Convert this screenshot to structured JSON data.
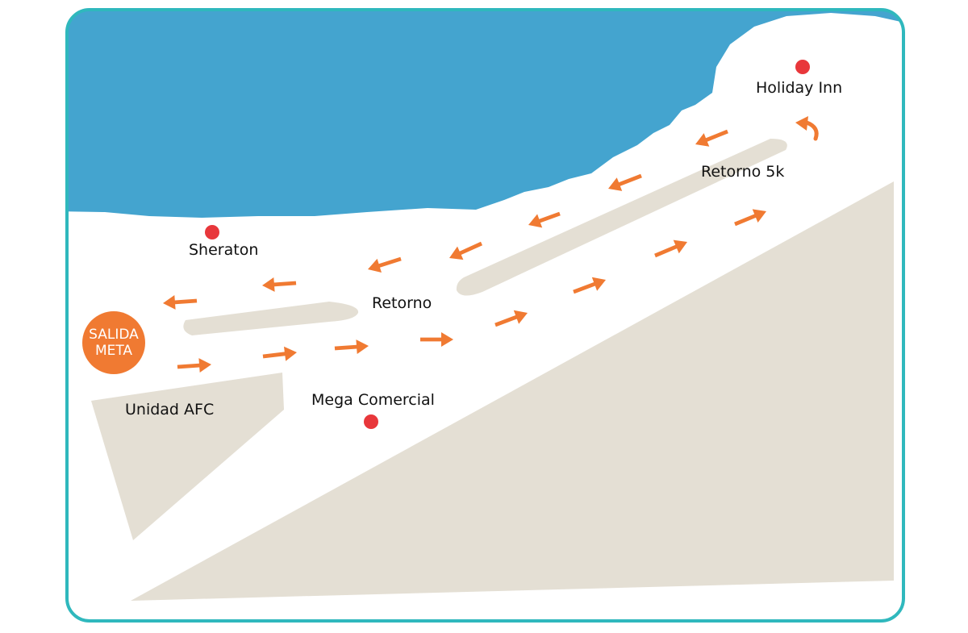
{
  "colors": {
    "frame": "#2fb8bd",
    "sea": "#44a4cf",
    "land": "#e4dfd4",
    "arrow": "#f07a32",
    "marker": "#e8373b",
    "badge": "#f07a32"
  },
  "start_finish": {
    "line1": "SALIDA",
    "line2": "META"
  },
  "places": {
    "sheraton": "Sheraton",
    "holiday_inn": "Holiday Inn",
    "mega_comercial": "Mega Comercial",
    "unidad_afc": "Unidad AFC"
  },
  "turnarounds": {
    "retorno": "Retorno",
    "retorno_5k": "Retorno 5k"
  }
}
